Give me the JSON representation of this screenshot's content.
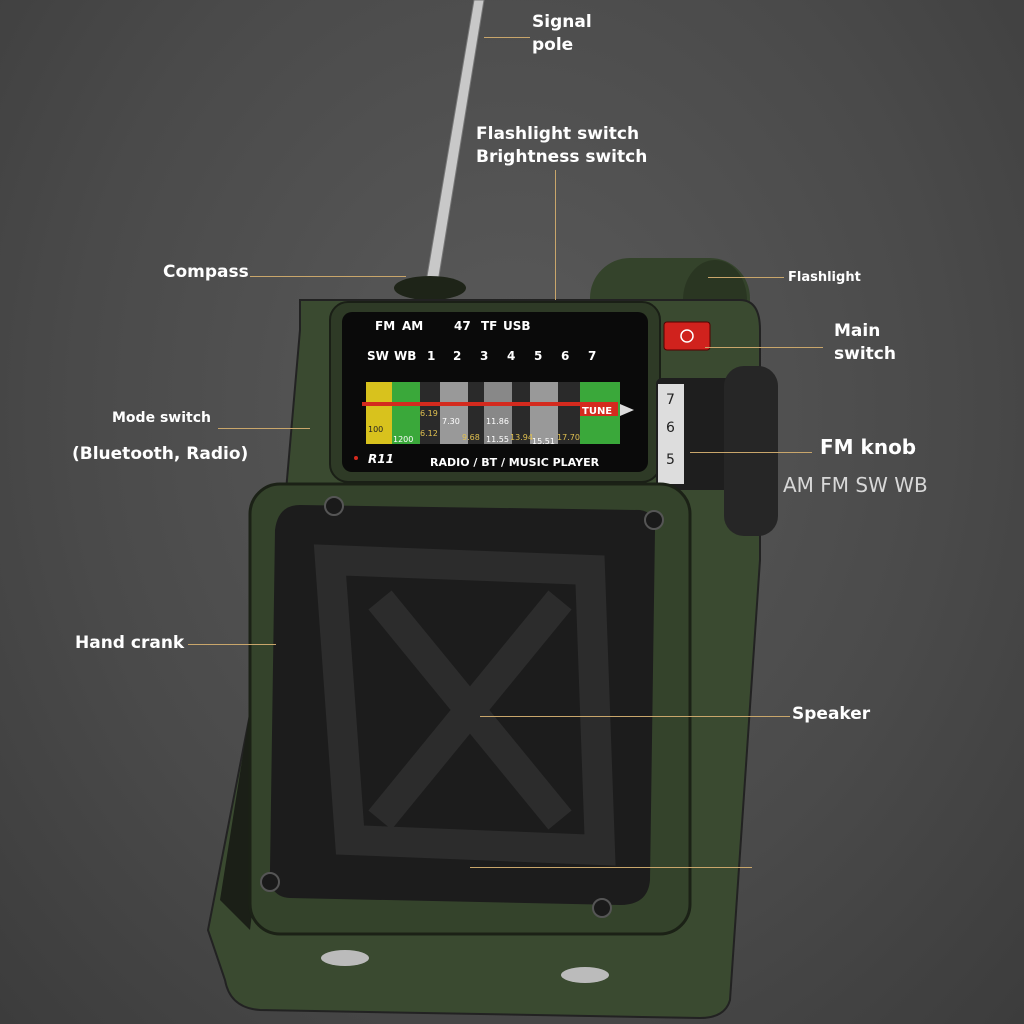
{
  "labels": {
    "signal_pole": [
      "Signal",
      "pole"
    ],
    "flashlight_switch": [
      "Flashlight switch",
      "Brightness switch"
    ],
    "compass": "Compass",
    "flashlight": "Flashlight",
    "main_switch": [
      "Main",
      "switch"
    ],
    "mode_switch": "Mode switch",
    "mode_switch_detail": "(Bluetooth, Radio)",
    "fm_knob": "FM knob",
    "fm_knob_bands": "AM FM SW WB",
    "hand_crank": "Hand crank",
    "speaker": "Speaker"
  },
  "display": {
    "row1": [
      "FM",
      "AM",
      "47",
      "TF",
      "USB"
    ],
    "row2": [
      "SW",
      "WB",
      "1",
      "2",
      "3",
      "4",
      "5",
      "6",
      "7"
    ],
    "tune": "TUNE",
    "model": "R11",
    "subtitle": "RADIO / BT / MUSIC PLAYER",
    "dial_numbers": [
      "100",
      "1200",
      "6.19",
      "6.12",
      "7.30",
      "9.68",
      "11.86",
      "11.55",
      "13.94",
      "15.51",
      "17.70"
    ]
  },
  "knob_scale": [
    "7",
    "6",
    "5"
  ],
  "colors": {
    "body": "#3a4a30",
    "leader_line": "#c9a66b",
    "power_button": "#d0221d",
    "tune_bar": "#d42a1e",
    "background": "#4a4a4a"
  }
}
